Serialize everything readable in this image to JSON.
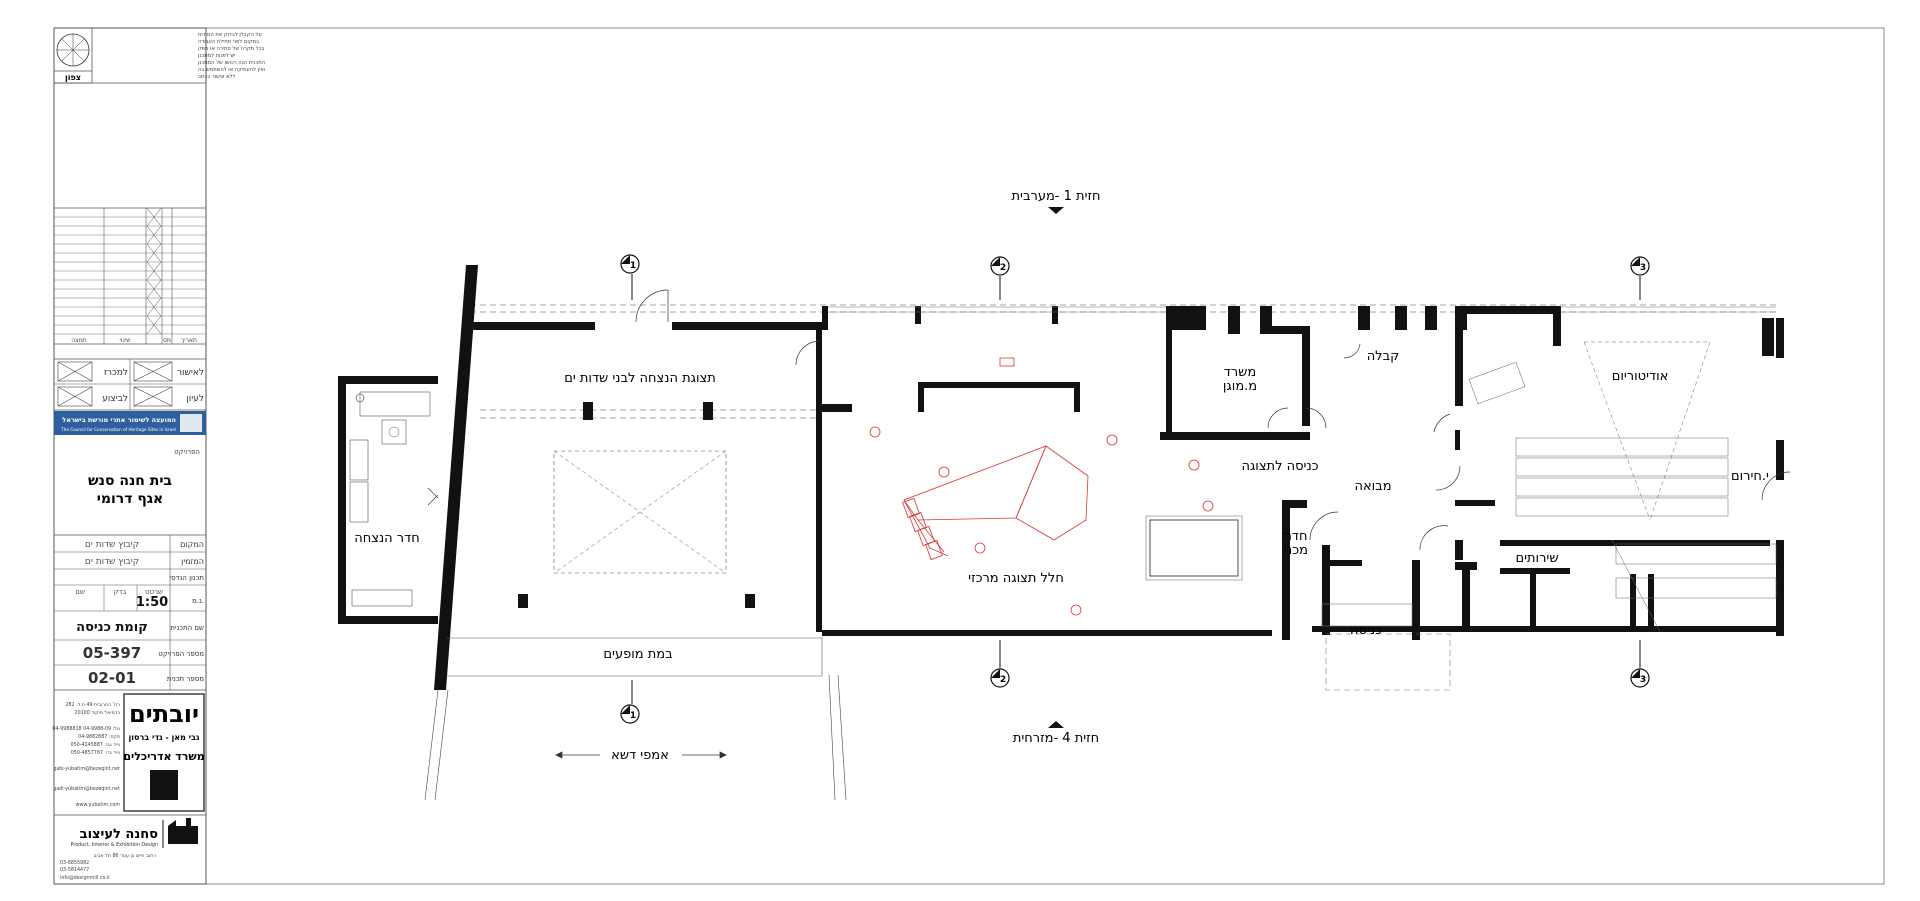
{
  "title_block": {
    "north_label": "צפון",
    "notes": [
      "על הקבלן לבדוק את המידות",
      "במקום לפני תחילת העבודה",
      "בכל מקרה של סתירה או ספק",
      "יש לפנות למתכנן",
      "התכנית הנה רכושו של המתכנן",
      "ואין להעתיקה או להשתמש בה",
      "ללא אישור בכתב"
    ],
    "revisions_header": [
      "תאריך",
      "מס",
      "שינוי",
      "תמצה"
    ],
    "approvals": [
      "לאישור",
      "למכרז",
      "לעיון",
      "לביצוע"
    ],
    "council_name_he": "המועצה לשימור אתרי מורשת בישראל",
    "council_name_en": "The Council for Conservation of Heritage Sites in Israel",
    "project_label": "הפרויקט",
    "project_line1": "בית חנה סנש",
    "project_line2": "אגף דרומי",
    "fields": [
      {
        "label": "המקום",
        "value": "קיבוץ שדות ים"
      },
      {
        "label": "המזמין",
        "value": "קיבוץ שדות ים"
      },
      {
        "label": "תכנון הנדסי",
        "value": ""
      },
      {
        "label": "נ.מ.",
        "value": "1:50"
      },
      {
        "label": "שם התכנית",
        "value": "קומת כניסה"
      },
      {
        "label": "מספר הפרויקט",
        "value": "05-397"
      },
      {
        "label": "מספר תכנית",
        "value": "02-01"
      }
    ],
    "sign_labels": [
      "בדק",
      "שרטט",
      "שם"
    ],
    "firm_logo": "יובתים",
    "firm_names": "גבי מאן - גדי ברסון",
    "firm_subtitle": "משרד אדריכלים",
    "firm_contact": [
      "רח' החרובית 49 ת.ד. 282",
      "כרמיאל מיקוד 20100",
      "טל: 04-9988-09 04-9988818",
      "פקס: 04-9882887",
      "נייד גבי: 050-4245887",
      "נייד גדי: 050-4857787"
    ],
    "firm_emails": [
      "gabi-yubatim@bezeqint.net",
      "gadi-yubatim@bezeqint.net",
      "www.yubatim.com"
    ],
    "studio_logo": "סחנה לעיצוב",
    "studio_sub": "Product, Interior & Exhibition Design",
    "studio_contact": [
      "רחוב חיים בן עטר 86 תל אביב",
      "03-6855982",
      "03-5814477",
      "info@designmill.co.il"
    ]
  },
  "elevations": {
    "top": "חזית 1 -מערבית",
    "bottom": "חזית 4 -מזרחית"
  },
  "section_markers": [
    "1",
    "2",
    "3",
    "1",
    "2",
    "3"
  ],
  "rooms": {
    "exhibit_view": "תצוגת הנצחה לבני שדות ים",
    "memorial_room": "חדר הנצחה",
    "stage": "במת מופעים",
    "amphi": "אמפי דשא",
    "central_hall": "חלל תצוגה מרכזי",
    "office1": "משרד",
    "office2": "מ.מוגן",
    "reception": "קבלה",
    "exhibit_entrance": "כניסה לתצוגה",
    "lobby": "מבואה",
    "tech_room1": "חדר",
    "tech_room2": "מכני",
    "entrance": "כניסה",
    "auditorium": "אודיטוריום",
    "emergency": "י.חירום",
    "services": "שירותים"
  }
}
